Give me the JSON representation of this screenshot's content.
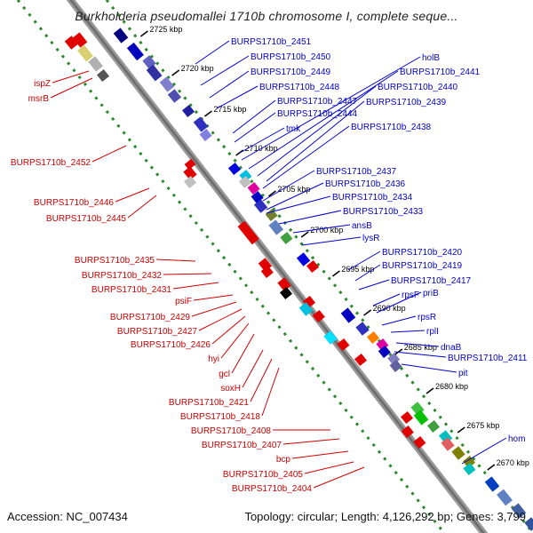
{
  "title": "Burkholderia pseudomallei 1710b chromosome I, complete seque...",
  "footer": {
    "accession": "Accession: NC_007434",
    "topology": "Topology: circular; Length: 4,126,292 bp; Genes: 3,799"
  },
  "colors": {
    "backbone": "#808080",
    "tick_dotted": "#2a8a2a",
    "forward_label": "#0000cc",
    "reverse_label": "#cc0000"
  },
  "ticks": [
    "2725 kbp",
    "2720 kbp",
    "2715 kbp",
    "2710 kbp",
    "2705 kbp",
    "2700 kbp",
    "2695 kbp",
    "2690 kbp",
    "2685 kbp",
    "2680 kbp",
    "2675 kbp",
    "2670 kbp"
  ],
  "forward_labels": [
    "BURPS1710b_2451",
    "BURPS1710b_2450",
    "BURPS1710b_2449",
    "BURPS1710b_2448",
    "BURPS1710b_2447",
    "BURPS1710b_2444",
    "tmk",
    "holB",
    "BURPS1710b_2441",
    "BURPS1710b_2440",
    "BURPS1710b_2439",
    "BURPS1710b_2438",
    "BURPS1710b_2437",
    "BURPS1710b_2436",
    "BURPS1710b_2434",
    "BURPS1710b_2433",
    "ansB",
    "lysR",
    "BURPS1710b_2420",
    "BURPS1710b_2419",
    "BURPS1710b_2417",
    "rpsF",
    "priB",
    "rpsR",
    "rplI",
    "dnaB",
    "BURPS1710b_2411",
    "pit",
    "hom"
  ],
  "reverse_labels": [
    "ispZ",
    "msrB",
    "BURPS1710b_2452",
    "BURPS1710b_2446",
    "BURPS1710b_2445",
    "BURPS1710b_2435",
    "BURPS1710b_2432",
    "BURPS1710b_2431",
    "psiF",
    "BURPS1710b_2429",
    "BURPS1710b_2427",
    "BURPS1710b_2426",
    "hyi",
    "gcl",
    "soxH",
    "BURPS1710b_2421",
    "BURPS1710b_2418",
    "BURPS1710b_2408",
    "BURPS1710b_2407",
    "bcp",
    "BURPS1710b_2405",
    "BURPS1710b_2404"
  ]
}
